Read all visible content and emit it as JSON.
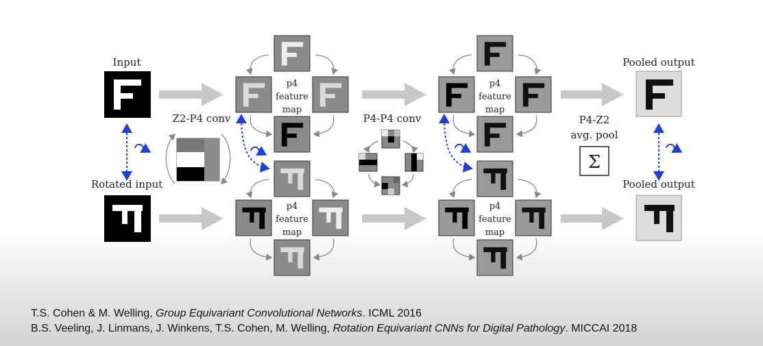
{
  "labels": {
    "input": "Input",
    "rotated_input": "Rotated input",
    "z2p4_conv": "Z2-P4 conv",
    "p4p4_conv": "P4-P4 conv",
    "p4z2_line1": "P4-Z2",
    "p4z2_line2": "avg. pool",
    "sigma": "Σ",
    "pooled_output_top": "Pooled output",
    "pooled_output_bottom": "Pooled output",
    "fmap_line1": "p4",
    "fmap_line2": "feature",
    "fmap_line3": "map"
  },
  "references": [
    {
      "authors": "T.S. Cohen & M. Welling, ",
      "title": "Group Equivariant Convolutional Networks",
      "venue": ". ICML 2016"
    },
    {
      "authors": "B.S. Veeling, J. Linmans, J. Winkens, T.S. Cohen, M. Welling, ",
      "title": "Rotation Equivariant CNNs for Digital Pathology",
      "venue": ". MICCAI 2018"
    }
  ],
  "colors": {
    "arrow_gray": "#c8c8c8",
    "curve_gray": "#888888",
    "rotation_blue": "#1f3fd6",
    "fmap_bg": "#8a8a8a",
    "pool_bg": "#dcdcdc"
  },
  "icons": [
    "rotation-icon",
    "sigma-icon"
  ]
}
